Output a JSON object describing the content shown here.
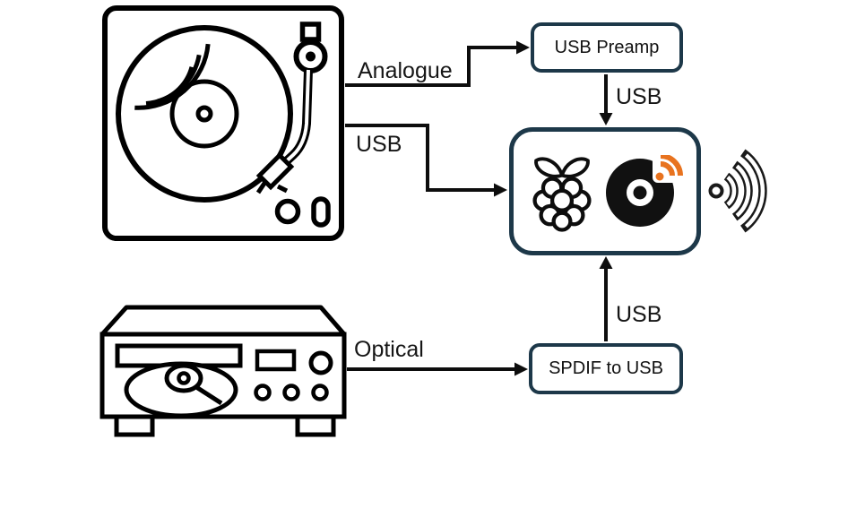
{
  "diagram": {
    "connections": {
      "analogue_label": "Analogue",
      "turntable_usb_label": "USB",
      "preamp_usb_label": "USB",
      "optical_label": "Optical",
      "spdif_usb_label": "USB"
    },
    "nodes": {
      "usb_preamp_label": "USB Preamp",
      "spdif_to_usb_label": "SPDIF to USB"
    },
    "icons": {
      "turntable": "turntable-icon",
      "cd_player": "cd-player-icon",
      "raspberry_pi": "raspberry-pi-icon",
      "streaming_disc": "streaming-disc-icon",
      "wifi": "wifi-signal-icon"
    },
    "colors": {
      "node_border": "#1d3849",
      "connector": "#0d0d0d",
      "accent_orange": "#e8731f",
      "background": "#ffffff"
    }
  }
}
